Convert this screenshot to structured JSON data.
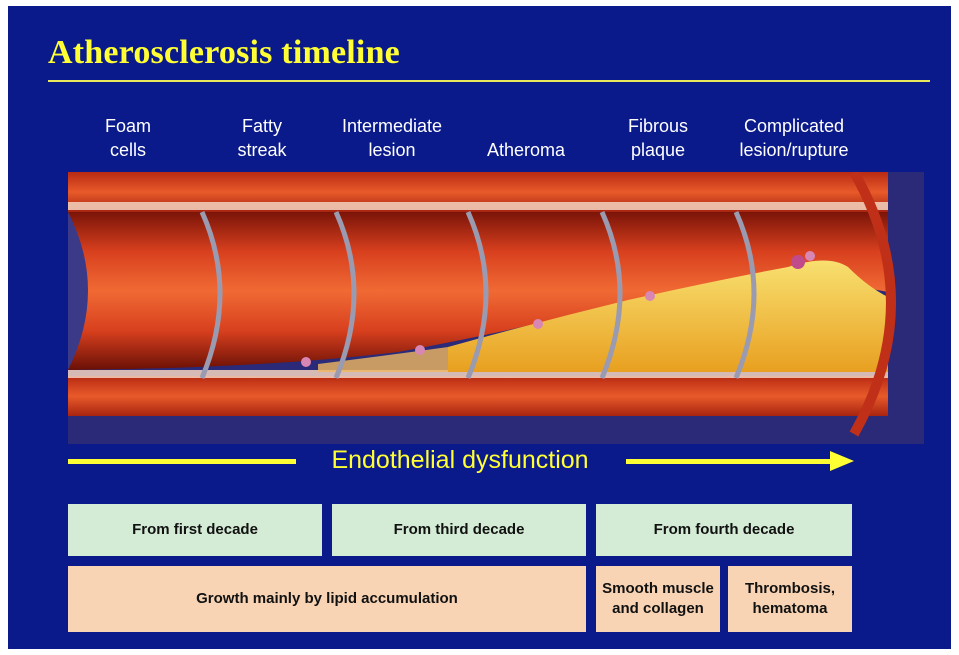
{
  "title": "Atherosclerosis timeline",
  "stages": [
    {
      "label": "Foam\ncells"
    },
    {
      "label": "Fatty\nstreak"
    },
    {
      "label": "Intermediate\nlesion"
    },
    {
      "label": "Atheroma"
    },
    {
      "label": "Fibrous\nplaque"
    },
    {
      "label": "Complicated\nlesion/rupture"
    }
  ],
  "arrow": {
    "label": "Endothelial dysfunction"
  },
  "onset_row": {
    "first": "From first decade",
    "third": "From third decade",
    "fourth": "From fourth decade"
  },
  "mechanism_row": {
    "lipid": "Growth mainly by lipid accumulation",
    "smooth_muscle": "Smooth muscle\nand collagen",
    "thrombosis": "Thrombosis,\nhematoma"
  },
  "colors": {
    "background": "#0b1a8a",
    "title": "#ffff33",
    "arrow": "#ffff33",
    "onset_box": "#d4ecd5",
    "mechanism_box": "#f8d4b4",
    "vessel_wall": "#c8321a",
    "plaque": "#f2c23a"
  }
}
